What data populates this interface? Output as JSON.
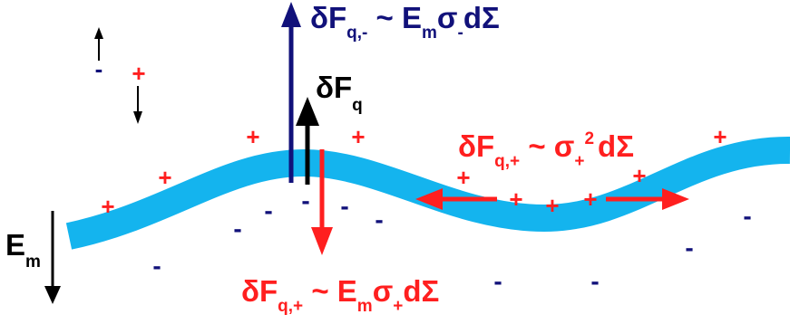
{
  "colors": {
    "membrane": "#14b4ee",
    "red": "#ff1f1f",
    "navy": "#11117a",
    "black": "#000000"
  },
  "labels": {
    "top": {
      "main": "δF",
      "sub": "q,-",
      "rest1": " ~ E",
      "sub2": "m",
      "rest2": "σ",
      "sub3": "-",
      "rest3": "dΣ"
    },
    "mid": {
      "main": "δF",
      "sub": "q"
    },
    "right": {
      "main": "δF",
      "sub": "q,+",
      "rest1": " ~ σ",
      "sub2": "+",
      "sup": "2",
      "rest2": "dΣ"
    },
    "bottom": {
      "main": "δF",
      "sub": "q,+",
      "rest1": " ~ E",
      "sub2": "m",
      "rest2": "σ",
      "sub3": "+",
      "rest3": "dΣ"
    },
    "field": {
      "main": "E",
      "sub": "m"
    }
  },
  "legend": {
    "minus": "-",
    "plus": "+"
  },
  "charges": {
    "plus": "+",
    "minus": "-"
  }
}
